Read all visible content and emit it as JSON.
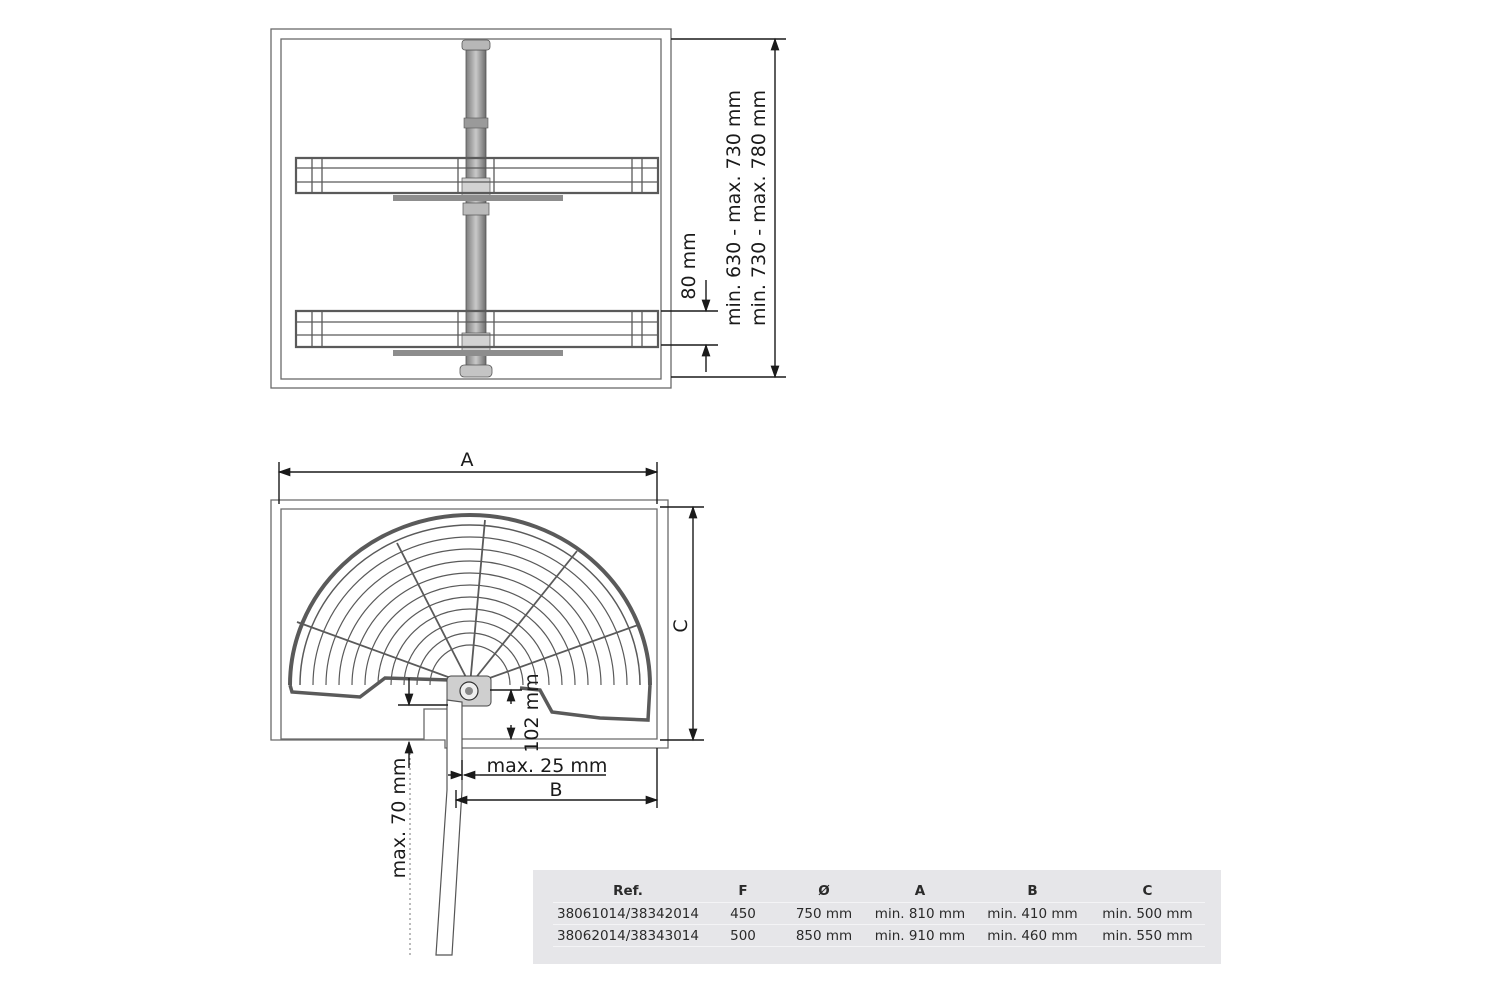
{
  "side_view": {
    "dim_80": "80 mm",
    "dim_height_1": "min. 630 - max. 730 mm",
    "dim_height_2": "min. 730 - max. 780 mm"
  },
  "top_view": {
    "label_a": "A",
    "label_b": "B",
    "label_c": "C",
    "dim_102": "102 mm",
    "dim_max25": "max. 25 mm",
    "dim_max70": "max. 70 mm"
  },
  "spec_table": {
    "headers": [
      "Ref.",
      "F",
      "Ø",
      "A",
      "B",
      "C"
    ],
    "rows": [
      [
        "38061014/38342014",
        "450",
        "750 mm",
        "min. 810 mm",
        "min. 410 mm",
        "min. 500 mm"
      ],
      [
        "38062014/38343014",
        "500",
        "850 mm",
        "min. 910 mm",
        "min. 460 mm",
        "min. 550 mm"
      ]
    ]
  }
}
